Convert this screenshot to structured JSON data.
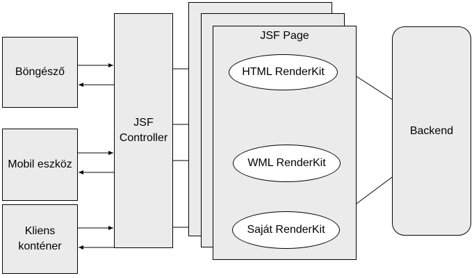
{
  "clients": [
    {
      "label": "Böngésző"
    },
    {
      "label": "Mobil eszköz"
    },
    {
      "label": "Kliens\nkonténer"
    }
  ],
  "controller": {
    "label": "JSF\nController"
  },
  "page": {
    "title": "JSF Page"
  },
  "renderkits": [
    {
      "label": "HTML RenderKit"
    },
    {
      "label": "WML RenderKit"
    },
    {
      "label": "Saját RenderKit"
    }
  ],
  "backend": {
    "label": "Backend"
  }
}
